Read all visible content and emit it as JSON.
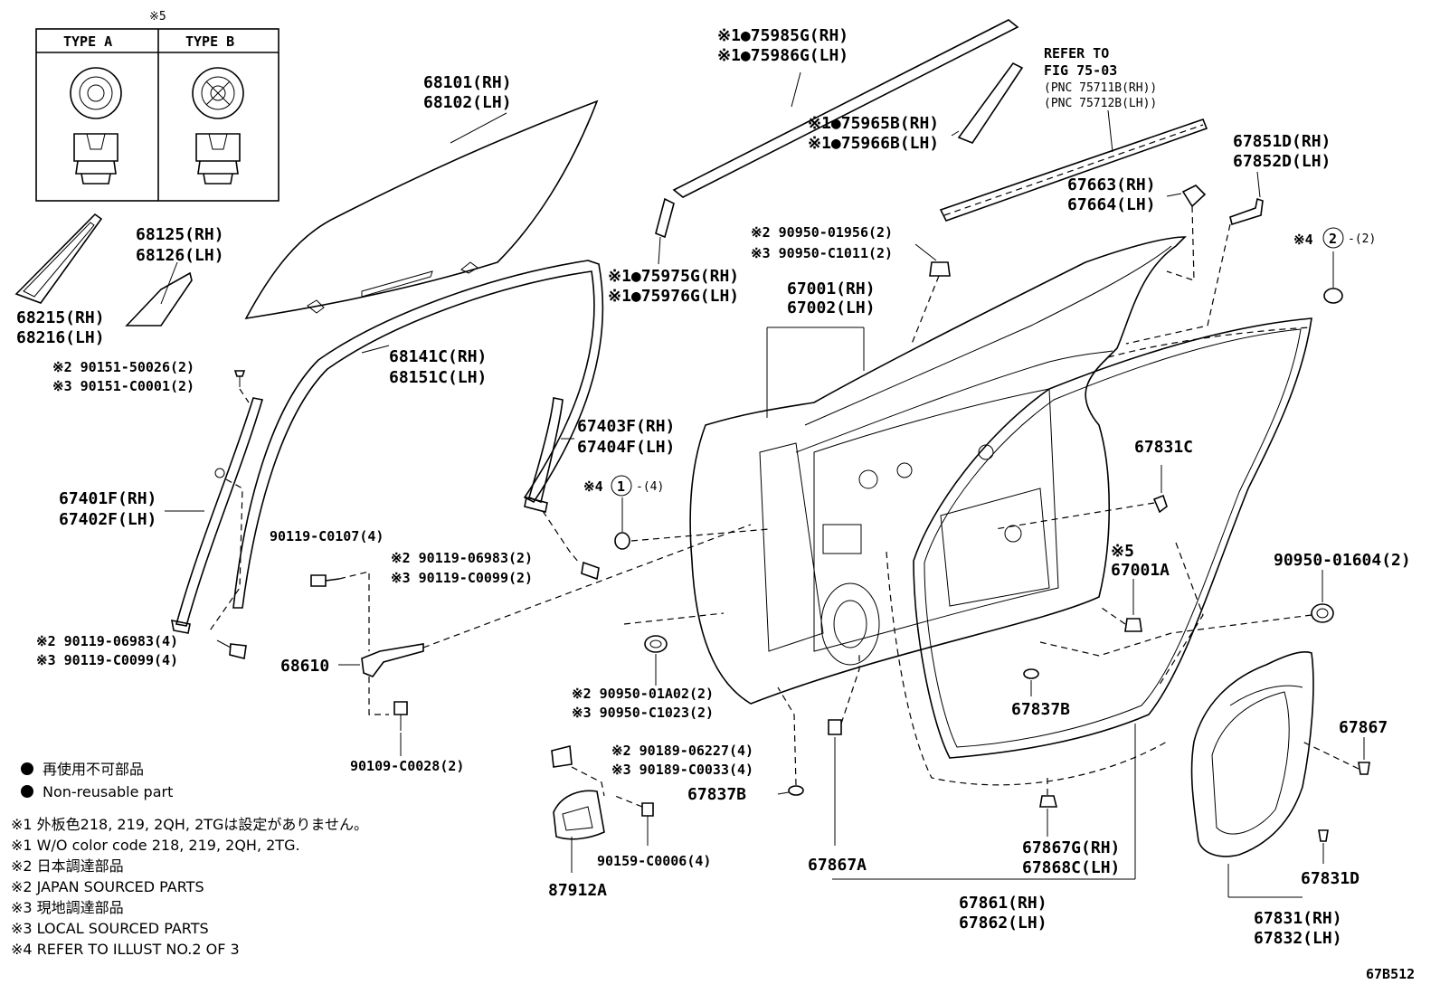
{
  "figure_id": "67B512",
  "inset": {
    "mark": "※5",
    "type_a": "TYPE A",
    "type_b": "TYPE B"
  },
  "labels": {
    "glass_rh": "68101(RH)",
    "glass_lh": "68102(LH)",
    "qglass_rh": "68125(RH)",
    "qglass_lh": "68126(LH)",
    "qseal_rh": "68215(RH)",
    "qseal_lh": "68216(LH)",
    "run_rh": "68141C(RH)",
    "run_lh": "68151C(LH)",
    "mld1_rh": "※1●75985G(RH)",
    "mld1_lh": "※1●75986G(LH)",
    "mld2_rh": "※1●75965B(RH)",
    "mld2_lh": "※1●75966B(LH)",
    "mld3_rh": "※1●75975G(RH)",
    "mld3_lh": "※1●75976G(LH)",
    "refer1": "REFER TO",
    "refer2": "FIG 75-03",
    "refer3": "(PNC 75711B(RH))",
    "refer4": "(PNC 75712B(LH))",
    "door_rh": "67001(RH)",
    "door_lh": "67002(LH)",
    "cl1_a": "※2 90950-01956(2)",
    "cl1_b": "※3 90950-C1011(2)",
    "mir_rh": "67663(RH)",
    "mir_lh": "67664(LH)",
    "br_rh": "67851D(RH)",
    "br_lh": "67852D(LH)",
    "ref2": "※4",
    "ref2_count": "-(2)",
    "ref2_num": "2",
    "sc1_a": "※2 90151-50026(2)",
    "sc1_b": "※3 90151-C0001(2)",
    "div_rh": "67401F(RH)",
    "div_lh": "67402F(LH)",
    "rr_rh": "67403F(RH)",
    "rr_lh": "67404F(LH)",
    "ref1": "※4",
    "ref1_count": "-(4)",
    "ref1_num": "1",
    "bolt4": "90119-C0107(4)",
    "bolt2_a": "※2 90119-06983(2)",
    "bolt2_b": "※3 90119-C0099(2)",
    "bolt4b_a": "※2 90119-06983(4)",
    "bolt4b_b": "※3 90119-C0099(4)",
    "check": "68610",
    "hole_a": "※2 90950-01A02(2)",
    "hole_b": "※3 90950-C1023(2)",
    "pin": "90109-C0028(2)",
    "p67831c": "67831C",
    "p67001a_mark": "※5",
    "p67001a": "67001A",
    "p90950": "90950-01604(2)",
    "p67837b_1": "67837B",
    "p67837b_2": "67837B",
    "p67867": "67867",
    "clip_a": "※2 90189-06227(4)",
    "clip_b": "※3 90189-C0033(4)",
    "screw": "90159-C0006(4)",
    "p87912a": "87912A",
    "p67867a": "67867A",
    "wsclip_rh": "67867G(RH)",
    "wsclip_lh": "67868C(LH)",
    "ws_rh": "67861(RH)",
    "ws_lh": "67862(LH)",
    "p67831d": "67831D",
    "cover_rh": "67831(RH)",
    "cover_lh": "67832(LH)"
  },
  "legend": {
    "jp": "再使用不可部品",
    "en": "Non-reusable part"
  },
  "notes": [
    "※1 外板色218, 219, 2QH, 2TGは設定がありません。",
    "※1 W/O color code 218, 219, 2QH, 2TG.",
    "※2 日本調達部品",
    "※2 JAPAN SOURCED PARTS",
    "※3 現地調達部品",
    "※3 LOCAL SOURCED PARTS",
    "※4 REFER TO ILLUST NO.2 OF 3"
  ]
}
